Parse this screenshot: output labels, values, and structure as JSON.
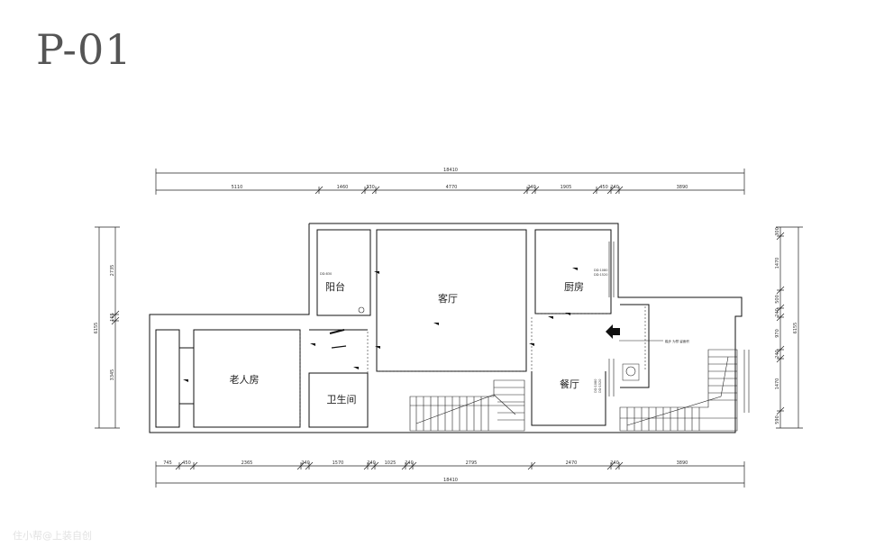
{
  "sheet_title": "P-01",
  "watermark": "住小帮@上装自创",
  "rooms": {
    "balcony": "阳台",
    "living": "客厅",
    "kitchen": "厨房",
    "elder_room": "老人房",
    "bathroom": "卫生间",
    "dining": "餐厅"
  },
  "dims_top": {
    "total": "18410",
    "segments": [
      "5110",
      "1460",
      "330",
      "4770",
      "240",
      "1905",
      "450",
      "240",
      "3890"
    ]
  },
  "dims_bottom": {
    "total": "18410",
    "segments": [
      "745",
      "450",
      "2365",
      "240",
      "1570",
      "240",
      "1025",
      "240",
      "2795",
      "2470",
      "240",
      "3890"
    ]
  },
  "dims_left": {
    "total": "6155",
    "segments": [
      "2735",
      "165",
      "3345"
    ]
  },
  "dims_right": {
    "total": "6155",
    "segments": [
      "300",
      "1470",
      "500",
      "240",
      "970",
      "240",
      "1470",
      "590"
    ]
  },
  "notes": {
    "balcony_note": "DD:830",
    "kitchen_note_1": "DD:1080",
    "kitchen_note_2": "DD:1520",
    "dining_note_1": "DD:1080",
    "dining_note_2": "DD:1520",
    "stair_note": "踏步 为预 留面积"
  }
}
